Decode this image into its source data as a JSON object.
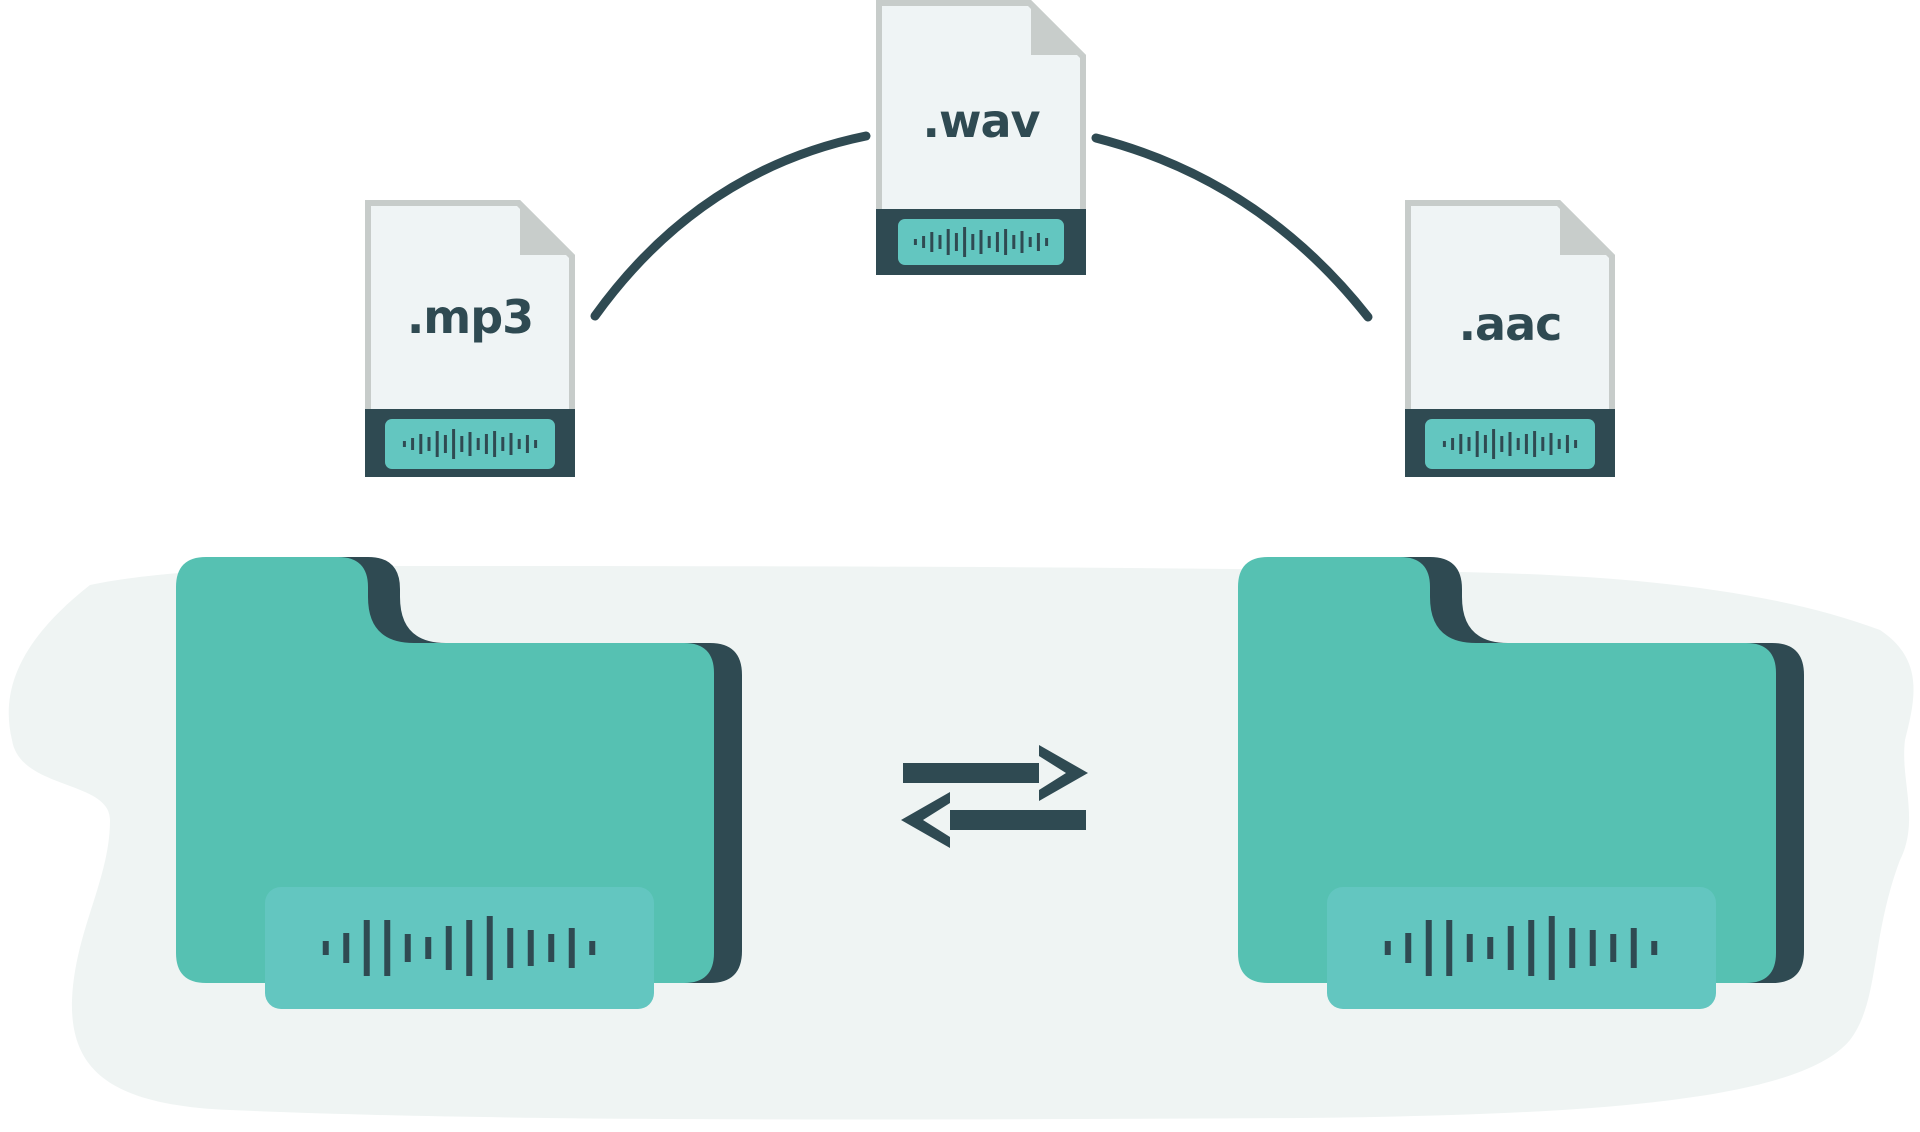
{
  "colors": {
    "background": "#ffffff",
    "blob": "#eff4f3",
    "dark": "#2f4a52",
    "teal_folder": "#56c1b2",
    "teal_label": "#63c6c0",
    "paper": "#eff4f5",
    "paper_border": "#c7ccca",
    "fold": "#c8cdcb"
  },
  "files": [
    {
      "id": "mp3",
      "extension": ".mp3",
      "icon": "audio-file-icon",
      "waveform_icon": "waveform-icon"
    },
    {
      "id": "wav",
      "extension": ".wav",
      "icon": "audio-file-icon",
      "waveform_icon": "waveform-icon"
    },
    {
      "id": "aac",
      "extension": ".aac",
      "icon": "audio-file-icon",
      "waveform_icon": "waveform-icon"
    }
  ],
  "folders": [
    {
      "id": "source",
      "icon": "folder-icon",
      "waveform_icon": "waveform-icon"
    },
    {
      "id": "target",
      "icon": "folder-icon",
      "waveform_icon": "waveform-icon"
    }
  ],
  "connector": {
    "icon": "arc-connector"
  },
  "exchange": {
    "icon": "swap-arrows-icon"
  }
}
